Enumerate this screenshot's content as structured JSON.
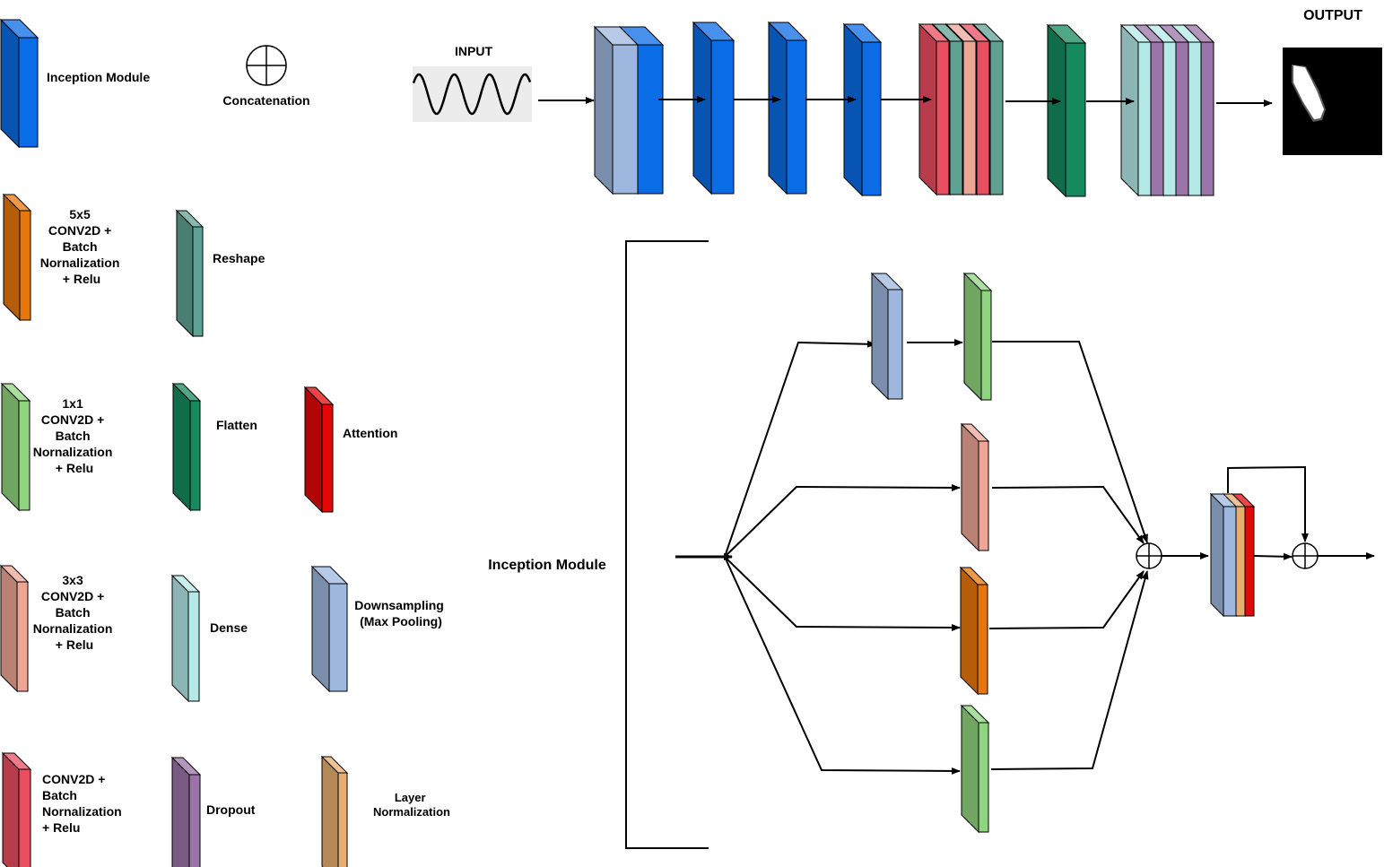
{
  "colors": {
    "inception": "#0A6CE6",
    "conv5x5": "#E8770B",
    "reshape": "#5FA294",
    "conv1x1": "#8FD47E",
    "flatten": "#158A5E",
    "attention": "#E40707",
    "conv3x3": "#EFA596",
    "dense": "#B4E9E8",
    "downsampling": "#9EB7DE",
    "conv": "#EA4E61",
    "dropout": "#9A73A8",
    "layernorm": "#E8AE6F"
  },
  "legend": {
    "inception": "Inception Module",
    "concatenation": "Concatenation",
    "conv5x5": [
      "5x5",
      "CONV2D +",
      "Batch",
      "Nornalization",
      "+ Relu"
    ],
    "reshape": "Reshape",
    "conv1x1": [
      "1x1",
      "CONV2D +",
      "Batch",
      "Nornalization",
      "+ Relu"
    ],
    "flatten": "Flatten",
    "attention": "Attention",
    "conv3x3": [
      "3x3",
      "CONV2D +",
      "Batch",
      "Nornalization",
      "+ Relu"
    ],
    "dense": "Dense",
    "downsampling": [
      "Downsampling",
      "(Max Pooling)"
    ],
    "conv": [
      "CONV2D +",
      "Batch",
      "Nornalization",
      "+ Relu"
    ],
    "dropout": "Dropout",
    "layernorm": [
      "Layer",
      "Normalization"
    ]
  },
  "pipeline": {
    "input_label": "INPUT",
    "output_label": "OUTPUT"
  },
  "detail": {
    "title": "Inception Module"
  }
}
